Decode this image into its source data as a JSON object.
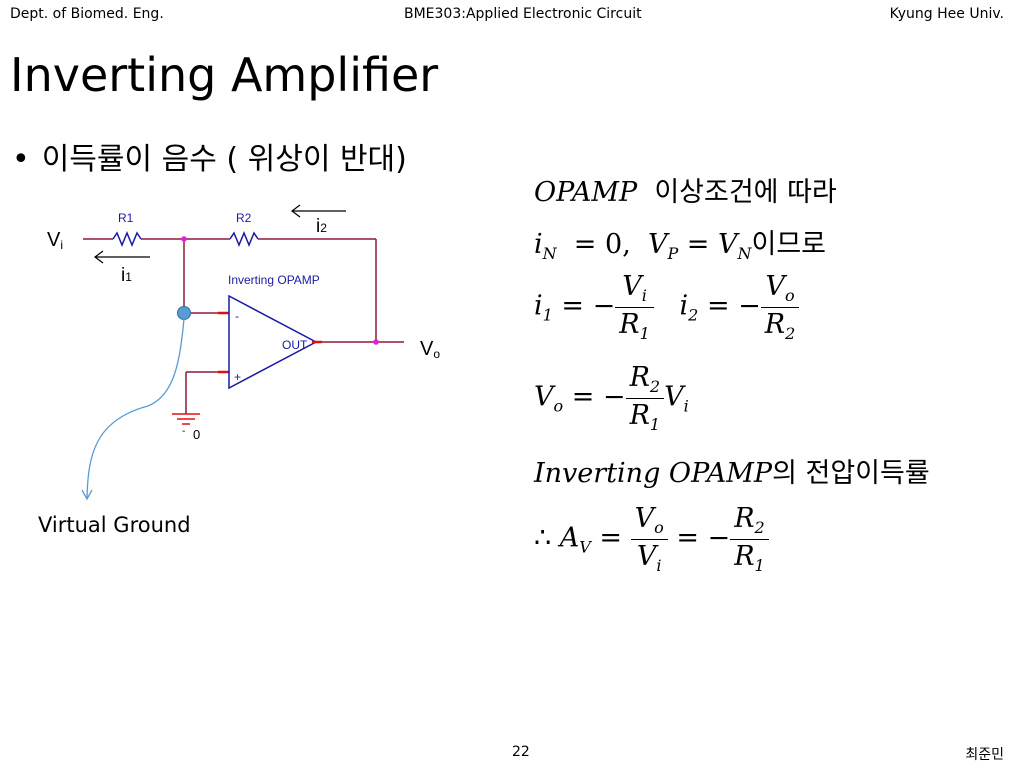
{
  "header": {
    "left": "Dept. of Biomed. Eng.",
    "center": "BME303:Applied Electronic Circuit",
    "right": "Kyung Hee Univ."
  },
  "title": "Inverting Amplifier",
  "bullet": "이득률이 음수 ( 위상이 반대)",
  "circuit": {
    "r1": "R1",
    "r2": "R2",
    "vi_main": "V",
    "vi_sub": "i",
    "vo_main": "V",
    "vo_sub": "o",
    "i1_main": "i",
    "i1_sub": "1",
    "i2_main": "i",
    "i2_sub": "2",
    "opamp_label": "Inverting OPAMP",
    "minus": "-",
    "plus": "+",
    "out": "OUT",
    "ground_label": "0",
    "virtual_ground": "Virtual Ground"
  },
  "equations": {
    "line1_italic": "OPAMP",
    "line1_korean": "이상조건에 따라",
    "line2_korean": "이므로",
    "line5_italic": "Inverting  OPAMP",
    "line5_korean": "의 전압이득률"
  },
  "footer": {
    "page": "22",
    "author": "최준민"
  },
  "colors": {
    "wire": "#8b1a3a",
    "component": "#1a1aa8",
    "pin": "#e01010",
    "node": "#e020e0",
    "virtual_ground_dot": "#5b9bd5",
    "arrow": "#5b9bd5"
  }
}
